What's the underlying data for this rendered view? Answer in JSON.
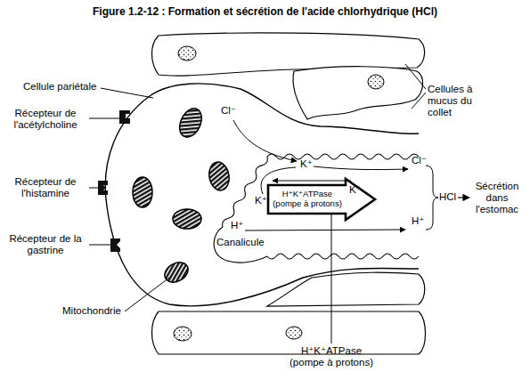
{
  "diagram": {
    "title": "Figure 1.2-12 : Formation et sécrétion de l'acide chlorhydrique (HCl)",
    "nodes": [
      {
        "text": [
          "H⁺K⁺ATPase (pompe à protons)"
        ]
      }
    ],
    "labels": [
      "Cellule pariétale",
      "Récepteur de l'acétylcholine",
      "Récepteur de l'histamine",
      "Récepteur de la gastrine",
      "Mitochondrie",
      "Cellules à mucus du collet",
      "Cl⁻",
      "K⁺",
      "K⁺",
      "K⁺",
      "H⁺",
      "Cl⁻",
      "H⁺",
      "Canalicule",
      "HCl",
      "Sécrétion dans l'estomac",
      "H⁺K⁺ATPase (pompe à protons)"
    ]
  }
}
